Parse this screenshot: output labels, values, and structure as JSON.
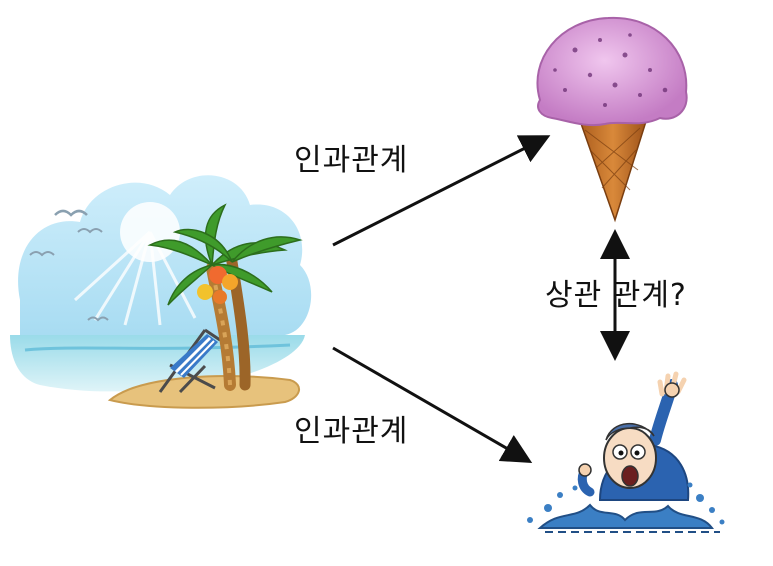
{
  "labels": {
    "cause_top": "인과관계",
    "cause_bottom": "인과관계",
    "correlation": "상관 관계?"
  },
  "nodes": {
    "cause": "beach-scene",
    "effect_top": "ice-cream-cone",
    "effect_bottom": "drowning-man"
  },
  "colors": {
    "sky": "#bfe3f5",
    "sea": "#7fd0e6",
    "sand": "#e9c98a",
    "palm_leaf": "#3f9b2b",
    "palm_trunk": "#b07a30",
    "ice_cream": "#d99ad6",
    "cone": "#c9782c",
    "water": "#3b7fc4",
    "arrow": "#111111"
  }
}
